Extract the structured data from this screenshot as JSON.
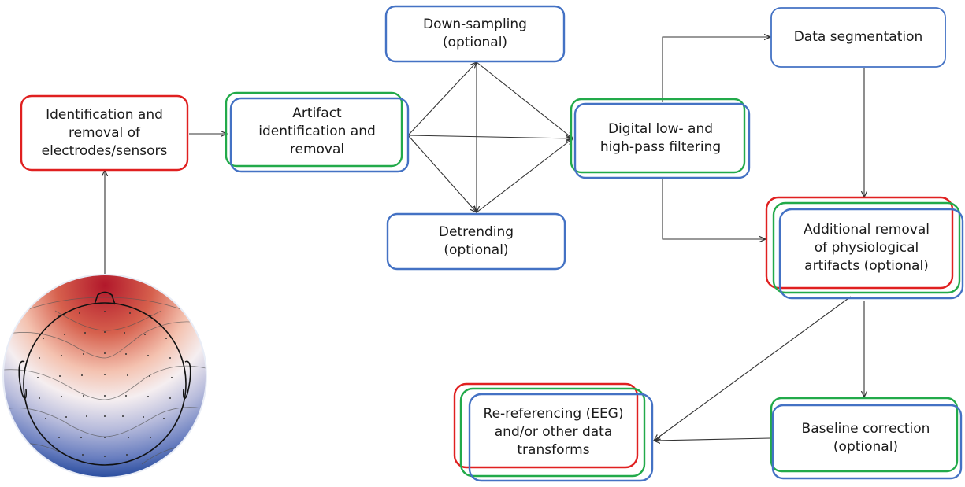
{
  "nodes": {
    "removal_of_electrodes": {
      "lines": [
        "Identification and",
        "removal of",
        "electrodes/sensors"
      ]
    },
    "artifact_identification": {
      "lines": [
        "Artifact",
        "identification and",
        "removal"
      ]
    },
    "down_sampling": {
      "lines": [
        "Down-sampling",
        "(optional)"
      ]
    },
    "detrending": {
      "lines": [
        "Detrending",
        "(optional)"
      ]
    },
    "filtering": {
      "lines": [
        "Digital low- and",
        "high-pass filtering"
      ]
    },
    "data_segmentation": {
      "lines": [
        "Data segmentation"
      ]
    },
    "physiological_artifacts": {
      "lines": [
        "Additional removal",
        "of physiological",
        "artifacts (optional)"
      ]
    },
    "baseline_correction": {
      "lines": [
        "Baseline correction",
        "(optional)"
      ]
    },
    "re_referencing": {
      "lines": [
        "Re-referencing (EEG)",
        "and/or other data",
        "transforms"
      ]
    }
  },
  "colors": {
    "red": "#e02020",
    "green": "#22aa4a",
    "blue": "#4472c4",
    "arrow": "#333333",
    "topomap_high": "#b2182b",
    "topomap_low": "#2c4fa0"
  },
  "icons": {
    "topomap": "eeg-scalp-topography-icon"
  }
}
